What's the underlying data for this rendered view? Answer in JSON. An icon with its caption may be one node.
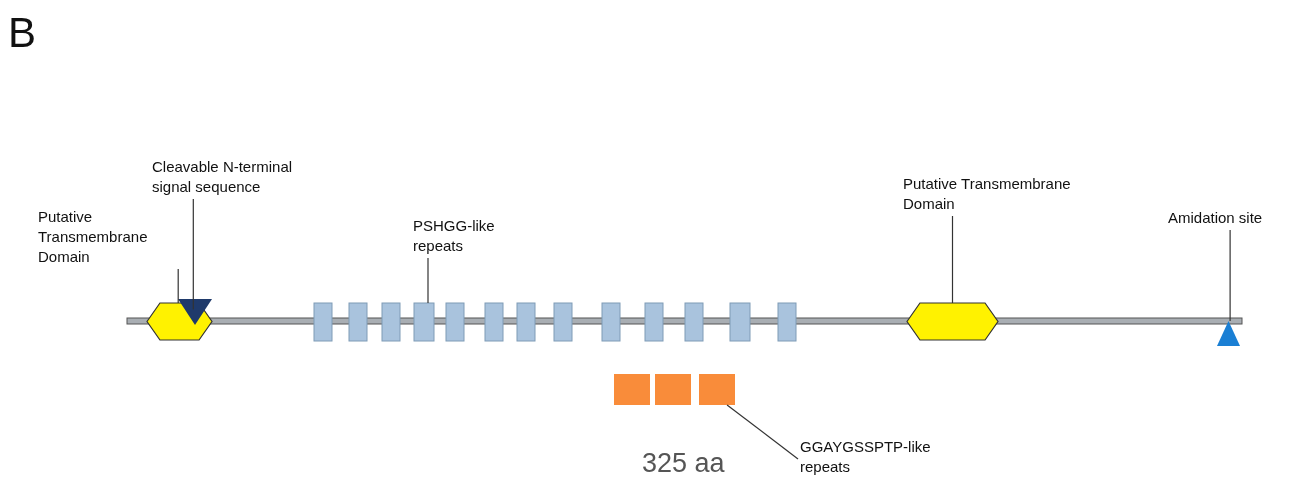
{
  "diagram": {
    "nodes": [
      {
        "text": [
          "Putative Transmembrane Domain"
        ]
      },
      {
        "text": [
          "Cleavable N-terminal signal sequence"
        ]
      },
      {
        "text": [
          "PSHGG-like repeats"
        ]
      },
      {
        "text": [
          "Putative Transmembrane Domain"
        ]
      },
      {
        "text": [
          "Amidation site"
        ]
      },
      {
        "text": [
          "GGAYGSSPTP-like repeats"
        ]
      },
      {
        "text": [],
        "shape": "hexagon"
      },
      {
        "text": [],
        "shape": "triangle"
      },
      {
        "text": [],
        "shape": "box"
      },
      {
        "text": [],
        "shape": "box"
      },
      {
        "text": [],
        "shape": "box"
      },
      {
        "text": [],
        "shape": "box"
      },
      {
        "text": [],
        "shape": "box"
      },
      {
        "text": [],
        "shape": "box"
      },
      {
        "text": [],
        "shape": "box"
      },
      {
        "text": [],
        "shape": "box"
      },
      {
        "text": [],
        "shape": "box"
      },
      {
        "text": [],
        "shape": "box"
      },
      {
        "text": [],
        "shape": "box"
      },
      {
        "text": [],
        "shape": "box"
      },
      {
        "text": [],
        "shape": "box"
      },
      {
        "text": [],
        "shape": "hexagon"
      },
      {
        "text": [],
        "shape": "triangle"
      },
      {
        "text": [],
        "shape": "box"
      },
      {
        "text": [],
        "shape": "box"
      },
      {
        "text": [],
        "shape": "box"
      }
    ],
    "edges": [
      {
        "from": 0,
        "to": 6,
        "arrow": "none"
      },
      {
        "from": 1,
        "to": 7,
        "arrow": "none"
      },
      {
        "from": 2,
        "to": 11,
        "arrow": "none"
      },
      {
        "from": 3,
        "to": 21,
        "arrow": "none"
      },
      {
        "from": 4,
        "to": 22,
        "arrow": "none"
      },
      {
        "from": 5,
        "to": 25,
        "arrow": "none"
      }
    ],
    "labels": [
      "B",
      "325 aa"
    ]
  }
}
